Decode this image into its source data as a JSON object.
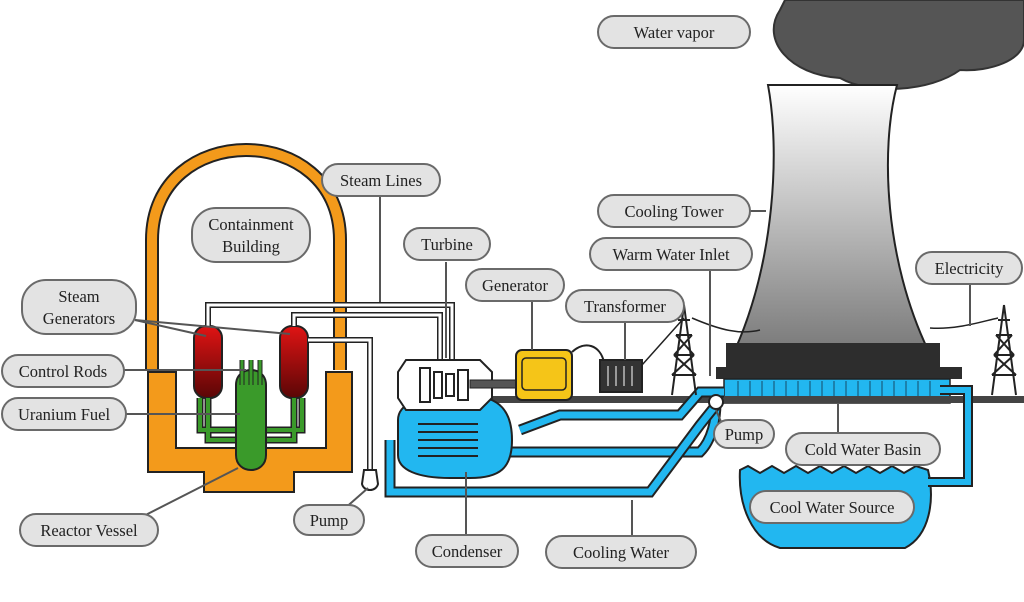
{
  "colors": {
    "containment": "#f39a1b",
    "steam_generator": "#cc1111",
    "fuel": "#3a9a2a",
    "water": "#22b7f0",
    "generator": "#f5c518",
    "smoke": "#555555",
    "tower_base": "#2d2d2d",
    "label_fill": "#e3e3e3"
  },
  "labels": {
    "water_vapor": "Water vapor",
    "steam_lines": "Steam Lines",
    "containment_1": "Containment",
    "containment_2": "Building",
    "turbine": "Turbine",
    "cooling_tower": "Cooling Tower",
    "warm_water_inlet": "Warm Water Inlet",
    "generator": "Generator",
    "electricity": "Electricity",
    "transformer": "Transformer",
    "steam_generators_1": "Steam",
    "steam_generators_2": "Generators",
    "control_rods": "Control Rods",
    "uranium_fuel": "Uranium Fuel",
    "pump_right": "Pump",
    "cold_water_basin": "Cold Water Basin",
    "cool_water_source": "Cool Water Source",
    "reactor_vessel": "Reactor Vessel",
    "pump_left": "Pump",
    "condenser": "Condenser",
    "cooling_water": "Cooling Water"
  }
}
